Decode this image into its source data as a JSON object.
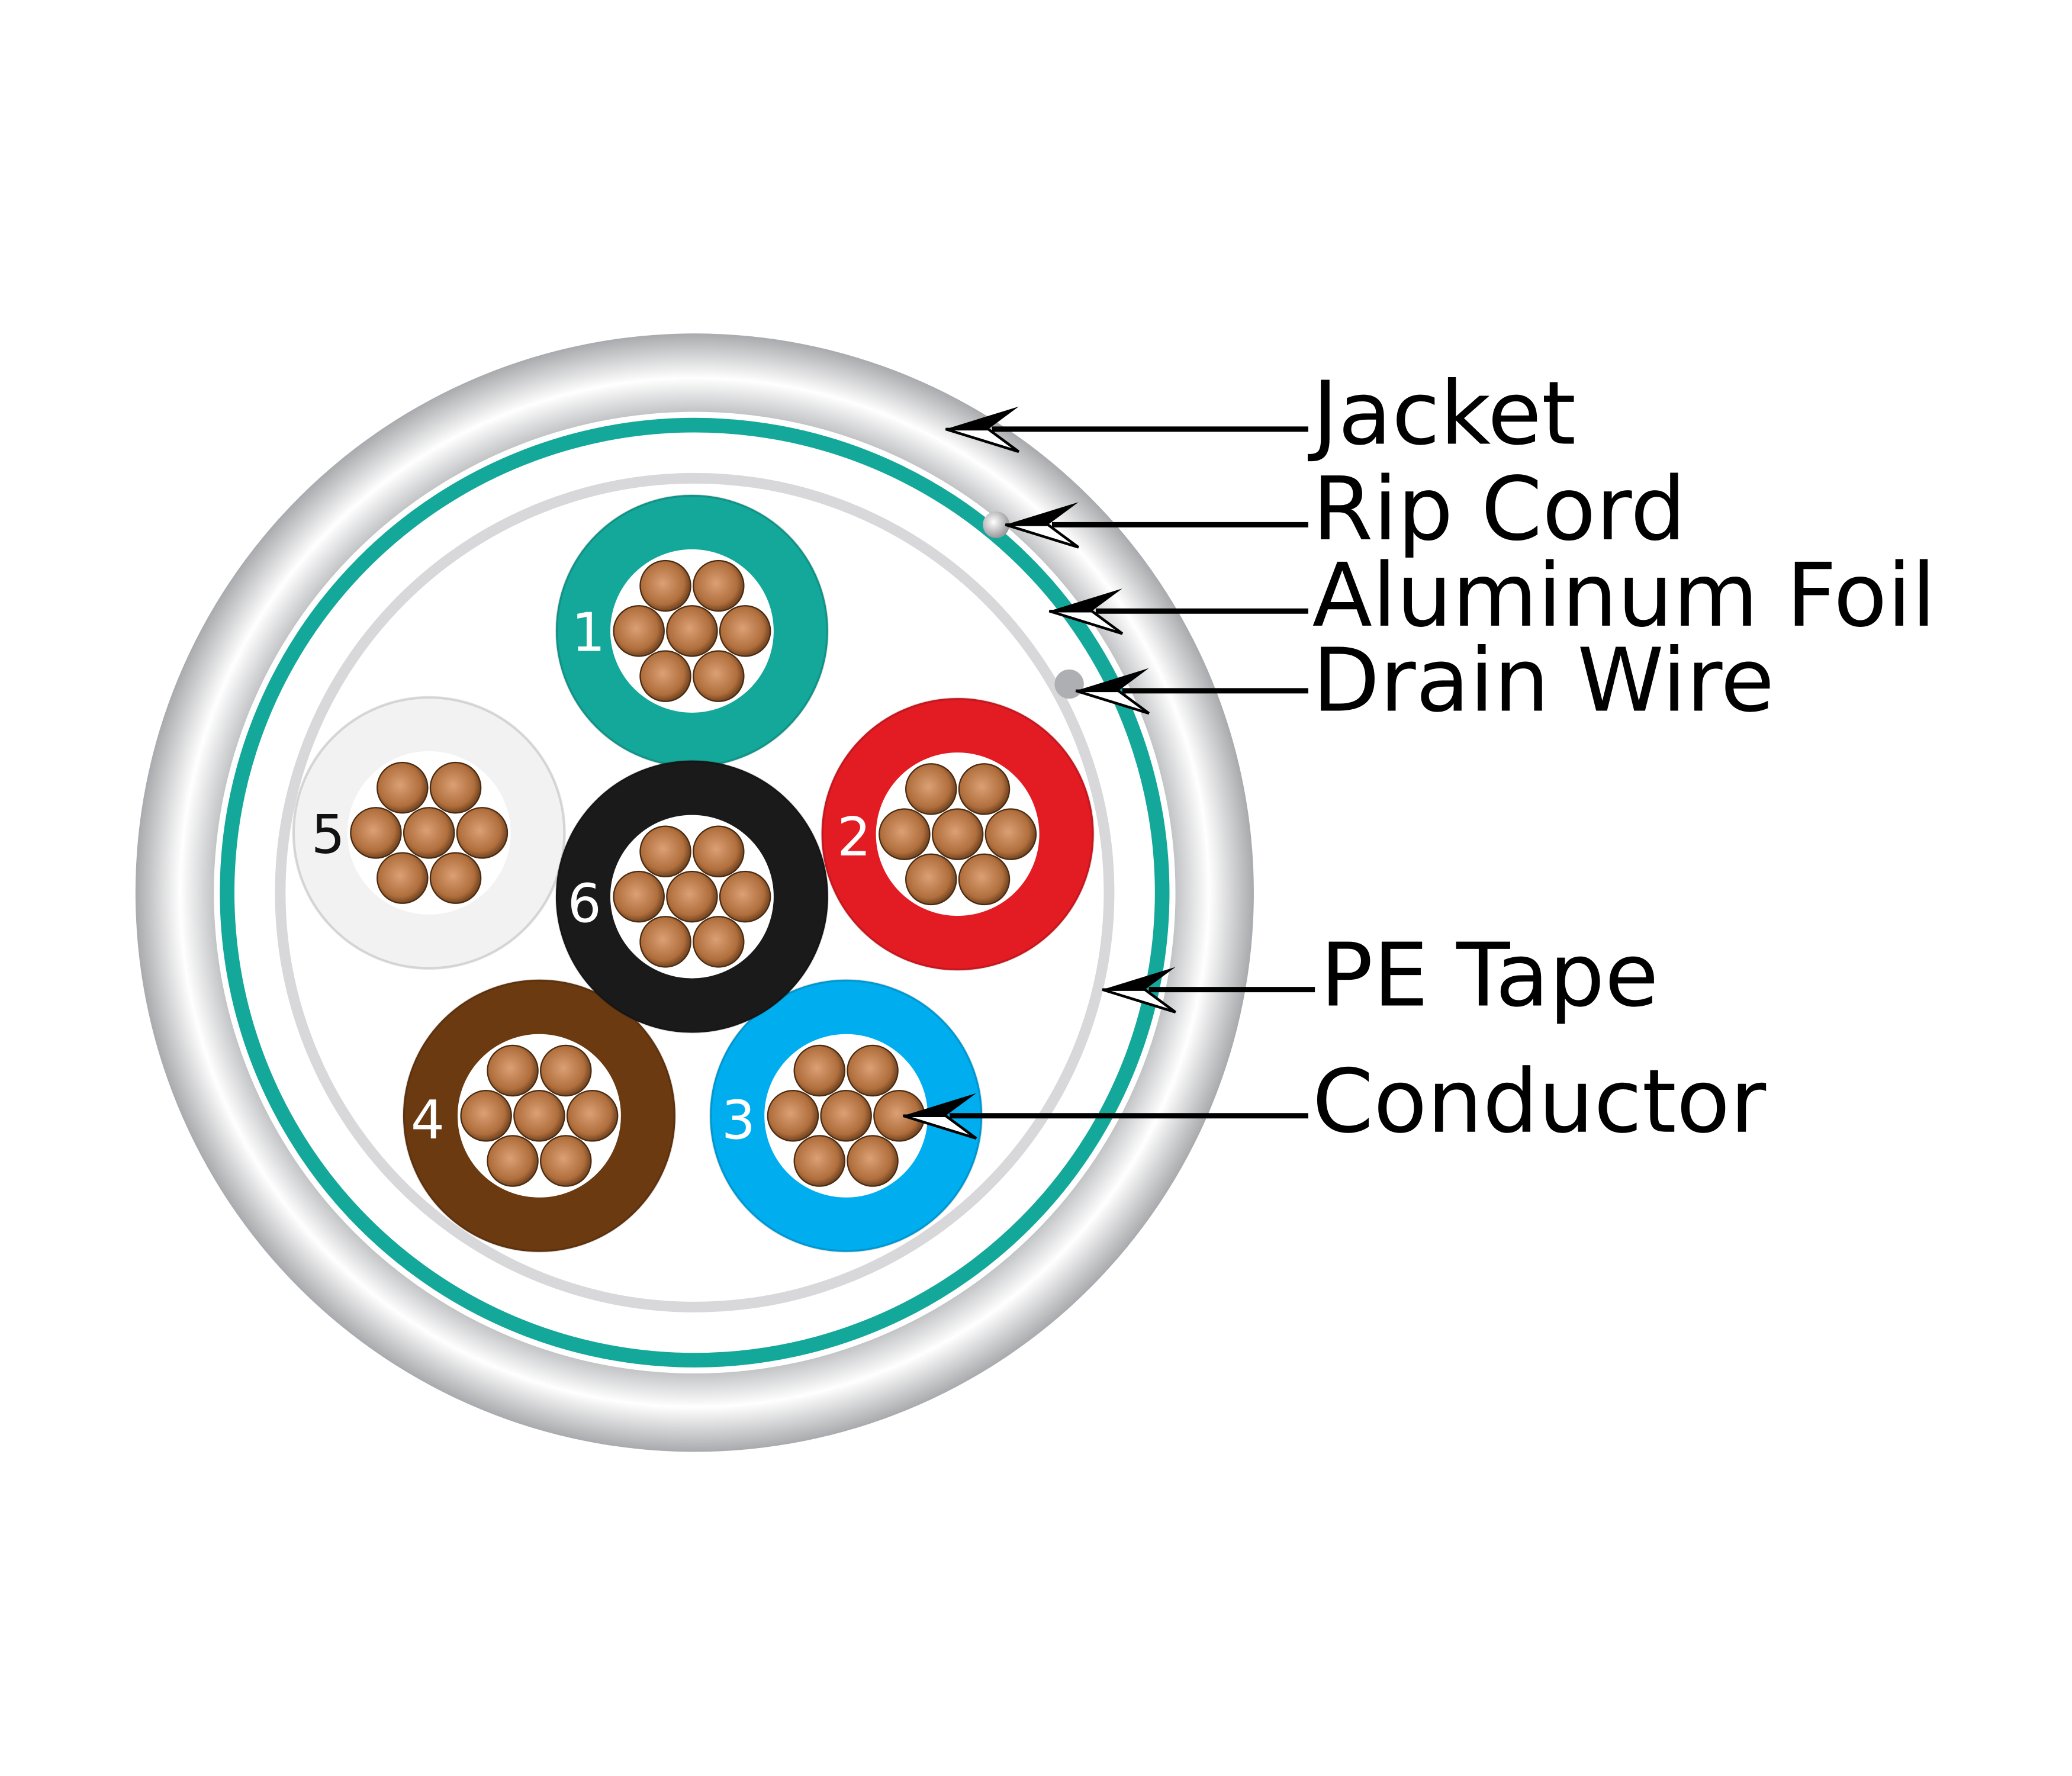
{
  "diagram": {
    "labels": {
      "jacket": "Jacket",
      "rip_cord": "Rip Cord",
      "aluminum_foil": "Aluminum Foil",
      "drain_wire": "Drain Wire",
      "pe_tape": "PE Tape",
      "conductor": "Conductor"
    },
    "conductors": [
      {
        "number": "1",
        "color": "#14a89a",
        "text_color": "#ffffff"
      },
      {
        "number": "2",
        "color": "#e31b23",
        "text_color": "#ffffff"
      },
      {
        "number": "3",
        "color": "#00aeef",
        "text_color": "#ffffff"
      },
      {
        "number": "4",
        "color": "#6b3a10",
        "text_color": "#ffffff"
      },
      {
        "number": "5",
        "color": "#f2f2f2",
        "text_color": "#111111"
      },
      {
        "number": "6",
        "color": "#1a1a1a",
        "text_color": "#ffffff"
      }
    ],
    "colors": {
      "foil": "#14a89a",
      "strand": "#c0784a",
      "jacket": "#e6e6e8"
    }
  }
}
